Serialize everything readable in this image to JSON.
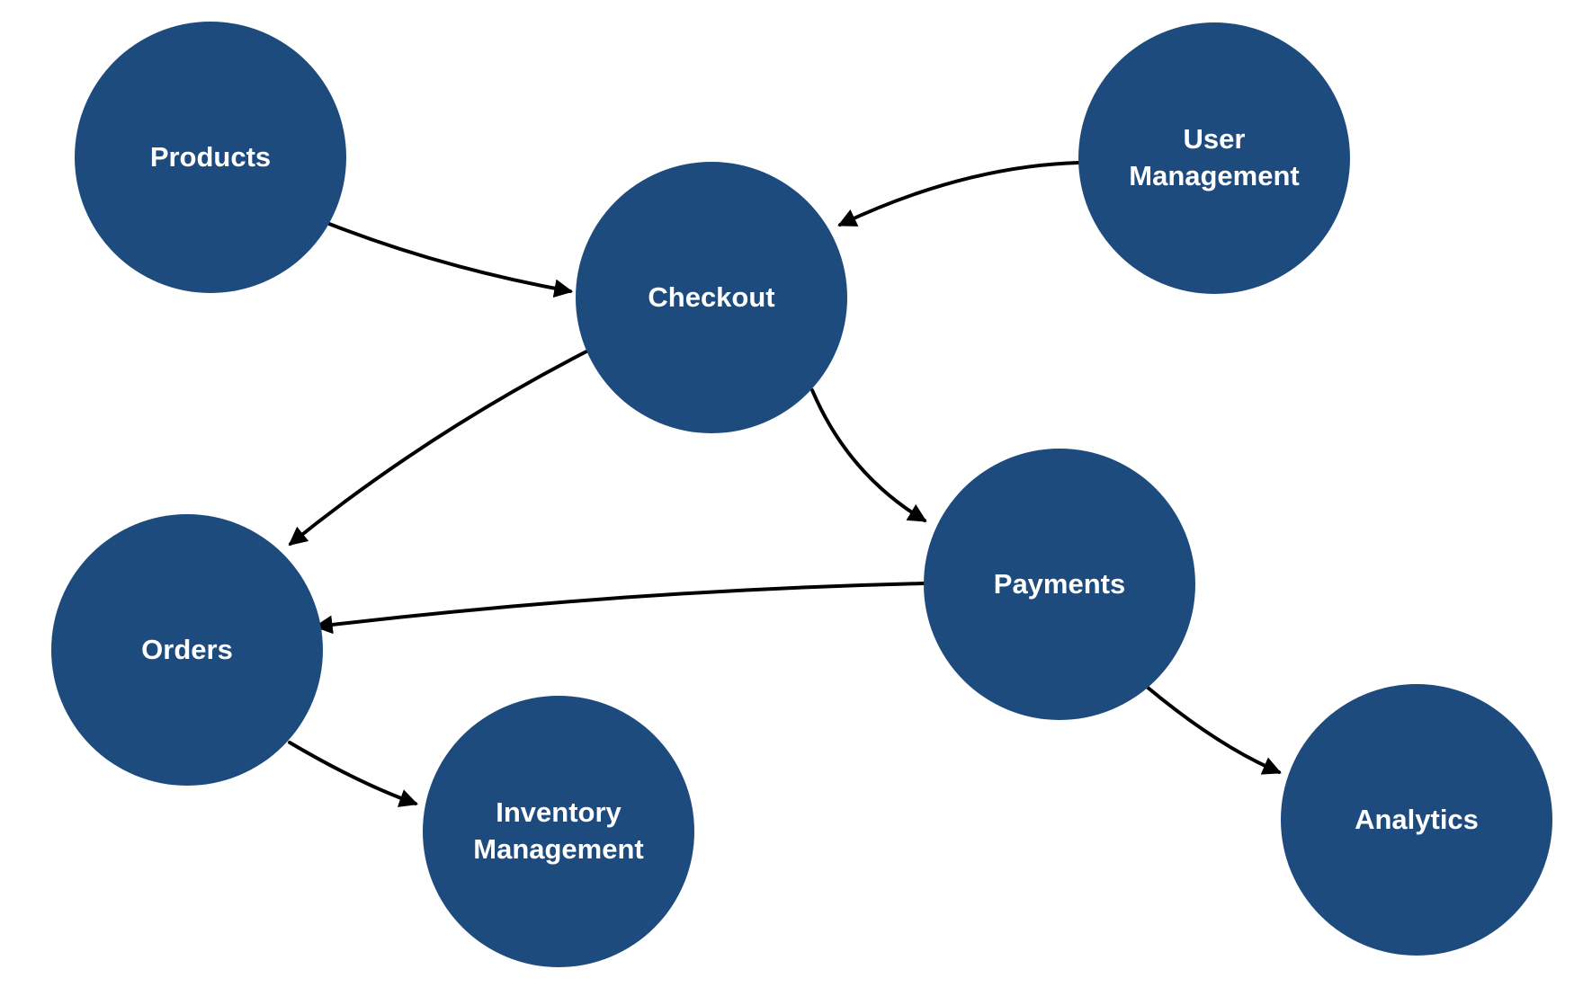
{
  "diagram": {
    "background_color": "#ffffff",
    "node_fill_color": "#1e4b7d",
    "node_text_color": "#ffffff",
    "edge_color": "#000000",
    "nodes": [
      {
        "id": "products",
        "label": "Products"
      },
      {
        "id": "user-management",
        "label": "User Management"
      },
      {
        "id": "checkout",
        "label": "Checkout"
      },
      {
        "id": "payments",
        "label": "Payments"
      },
      {
        "id": "orders",
        "label": "Orders"
      },
      {
        "id": "inventory-management",
        "label": "Inventory Management"
      },
      {
        "id": "analytics",
        "label": "Analytics"
      }
    ],
    "edges": [
      {
        "from": "Products",
        "to": "Checkout"
      },
      {
        "from": "User Management",
        "to": "Checkout"
      },
      {
        "from": "Checkout",
        "to": "Orders"
      },
      {
        "from": "Checkout",
        "to": "Payments"
      },
      {
        "from": "Payments",
        "to": "Orders"
      },
      {
        "from": "Orders",
        "to": "Inventory Management"
      },
      {
        "from": "Payments",
        "to": "Analytics"
      }
    ]
  }
}
